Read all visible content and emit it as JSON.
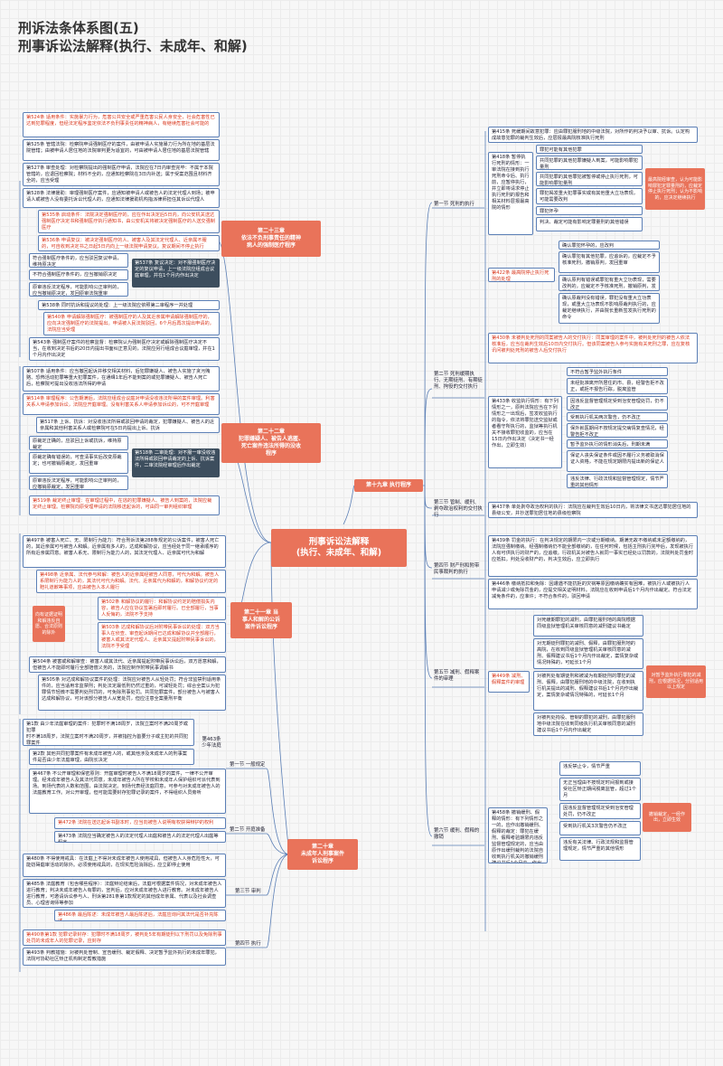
{
  "title_line1": "刑诉法条体系图(五)",
  "title_line2": "刑事诉讼法解释(执行、未成年、和解)",
  "center": "刑事诉讼法解释\n(执行、未成年、和解)",
  "hubs": {
    "h23": "第二十三章\n依法不负刑事责任的精神\n病人的强制医疗程序",
    "h22": "第二十二章\n犯罪嫌疑人、被告人逃匿、\n死亡案件违法所得的没收\n程序",
    "h21": "第二十一章 当\n事人和解的公诉\n案件诉讼程序",
    "h20": "第二十章\n未成年人刑事案件\n诉讼程序",
    "h19": "第十九章 执行程序"
  },
  "left23": [
    {
      "text": "第524条 适用条件：实施暴力行为，危害公共安全或严重危害公民人身安全，社会危害性已达到犯罪程度，但经法定程序鉴定依法不负刑事责任的精神病人，有继续危害社会可能的",
      "red": true
    },
    {
      "text": "第525条 管辖法院：检察院申请强制医疗的案件，由被申请人实施暴力行为所在地的基层法院管辖；由被申请人居住地的法院审判更为适宜的，可由被申请人居住地的基层法院管辖",
      "red": false
    },
    {
      "text": "第527条 审查处理：对检察院提出的强制医疗申请，法院应在7日内审查完毕：不属于本院管辖的，应退回检察院；材料不全的，应通知检察院在3日内补送；属于受案范围且材料齐全的，应当受理",
      "red": false
    },
    {
      "text": "第528条 法律援助：审理强制医疗案件，应通知被申请人或被告人的法定代理人到场；被申请人或被告人没有委托诉讼代理人的，应通知法律援助机构指派律师担任其诉讼代理人",
      "red": false
    },
    {
      "text": "第535条 启动条件：法院决定强制医疗的，应在作出决定后5日内，向公安机关送达强制医疗决定书和强制医疗执行通知书，由公安机关将被决定强制医疗的人送交强制医疗",
      "red": true
    },
    {
      "text": "第536条 申请复议：被决定强制医疗的人、被害人及其法定代理人、近亲属不服的，可自收到决定书之日起5日内向上一级法院申请复议。复议期间不停止执行",
      "red": true
    }
  ],
  "left23_sub": [
    "符合强制医疗条件的，应当驳回复议申请，维持原决定",
    "不符合强制医疗条件的，应当撤销原决定",
    "原审违反法定程序，可能影响公正审判的，应当撤销原决定，发回原审法院重审"
  ],
  "dark537": "第537条 复议决定：对不服强制医疗决定的复议申请，上一级法院应组成合议庭审理，并在1个月内作出决定",
  "left23_bottom": [
    {
      "text": "第538条 同时抗诉和提议的处理：上一级法院应依照第二审程序一并处理",
      "red": false
    },
    {
      "text": "第540条 申请解除强制医疗：被强制医疗的人及其近亲属申请解除强制医疗的，应向决定强制医疗的法院提出。申请被人民法院驳回，6个月后再次提出申请的，法院应当受理",
      "red": true
    },
    {
      "text": "第543条 强制医疗案件的检察监督：检察院认为强制医疗决定或解除强制医疗决定不当，在收到决定书后的20日内提出书面纠正意见的，法院应另行组成合议庭审理，并在1个月内作出决定",
      "red": false
    }
  ],
  "left22": [
    {
      "text": "第507条 适用条件：应当撤回起诉并移交相关材料，后犯罪嫌疑人、被告人实施了贪污贿赂、恐怖活动犯罪等重大犯罪案件，在通缉1年后不能到案的或犯罪嫌疑人、被告人死亡后，检察院可提出没收违法所得的申请",
      "red": false
    },
    {
      "text": "第514条 审理程序：公告期满后，法院应组成合议庭对申请没收违法所得的案件审理。利害关系人申请参加诉讼，法院应开庭审理。没有利害关系人申请参加诉讼的，可不开庭审理",
      "red": true
    },
    {
      "text": "第517条 上诉、抗诉：对没收违法所得或驳回申请的裁定，犯罪嫌疑人、被告人的近亲属和其他利害关系人或检察院可在5日内提出上诉、抗诉",
      "red": false
    }
  ],
  "left22_sub": [
    "原裁定正确的，应驳回上诉或抗诉，维持原裁定",
    "原裁定确有错误的，可查清事实后改变原裁定；也可撤销原裁定，发回重审",
    "原审违反法定程序，可能影响公正审判的，应撤销原裁定，发回重审"
  ],
  "dark518": "第518条 二审处理：对不服一审没收违法所得或驳回申请裁定的上诉、抗诉案件，二审法院经审理后作出裁定",
  "left22_bottom": {
    "text": "第519条 裁定终止审理：在审理过程中，在逃的犯罪嫌疑人、被告人到案的，法院应裁定终止审理。检察院向原受理申请的法院移送起诉的，可由同一审判组织审理",
    "red": true
  },
  "left21": [
    {
      "text": "第497条 被害人死亡、无、限制行为能力：符合刑诉法第288条规定的公诉案件，被害人死亡的，其近亲属可与被告人和解。近亲属有多人的，达成和解协议，应当经处于同一继承顺序的所有近亲属同意。被害人系无、限制行为能力人的，其法定代理人、近亲属可代为和解",
      "red": false
    },
    {
      "text": "第498条 近亲属、法代参与和解：被告人的近亲属经被告人同意，可代为和解。被告人系限制行为能力人的，其法代可代为和解。法代、近亲属代为和解的，和解协议约定的赔礼道歉等事项，应由被告人本人履行",
      "red": true
    }
  ],
  "left21_note": "向有证据证明和解违反自愿、合法原则的除外",
  "left21_mid": [
    {
      "text": "第502条 和解协议的履行：和解协议约定的赔偿损失内容，被告人应在协议签署后即时履行。已全部履行，当事人反悔的，法院不予支持",
      "red": true
    },
    {
      "text": "第503条 达成和解协议后对附带民事诉讼的处理：双方当事人在侦查、审查起诉期间已达成和解协议并全部履行，被害人或其法定代理人、近亲属又提起附带民事诉讼的，法院不予受理",
      "red": true
    }
  ],
  "left21_bottom": [
    {
      "text": "第504条 被害或和解审查：被害人或其法代、近亲属提起附带民事诉讼后，双方愿意和解，但被告人不能即时履行全部赔偿义务的，法院应制作附带民事调解书",
      "red": false
    },
    {
      "text": "第505条 对达成和解协议案件的处理：法院应对被告人从轻处罚；符合非监禁刑适用条件的，应当适用非监禁刑；判处法定最低刑仍然过重的，可减轻处罚；综合全案认为犯罪情节轻微不需要判处刑罚的，可免除刑事处罚。共同犯罪案件，部分被告人与被害人达成和解协议，可对该部分被告人从宽处罚，但应注意全案量刑平衡",
      "red": false
    }
  ],
  "left20": [
    {
      "text": "第1款 由少年法庭审理的案件：犯罪时不满18周岁，法院立案时不满20周岁或犯罪\n时不满18周岁，法院立案时不满20周岁，并被指控为首要分子或主犯的共同犯罪案件",
      "red": false
    },
    {
      "text": "第2款 其他共同犯罪案件有未成年被告人的，或其他涉及未成年人的刑事案件是否由少年法庭审理，由院长决定",
      "red": false
    }
  ],
  "s463": "第463条\n少年法庭",
  "left20_s1": {
    "text": "第467条 不公开审理和保密原则：开庭审理时被告人不满18周岁的案件，一律不公开审理。经未成年被告人及其法代同意，未成年被告人所在学校和未成年人保护组织可派代表到场。到场代表的人数和范围，由法院决定。到场代表经法庭同意，可参与对未成年被告人的法庭教育工作。对公开审理，但可能需要封存犯罪记录的案件，不得组织人员旁听",
    "red": false
  },
  "left20_s2": [
    {
      "text": "第472条 法院在送达起诉书副本时，应当向被告人说明有权获得辩护的权利",
      "red": true
    },
    {
      "text": "第473条 法院应当确定被告人的法定代理人出庭和被告人的法定代理人出庭等程序",
      "red": false
    }
  ],
  "left20_s3": [
    {
      "text": "第480条 不得使用戒具：在法庭上不得对未成年被告人使用戒具，但被告人人身危险性大，可能妨碍庭审活动的除外。必须使用戒具的，在现实危险消除后，应立即停止使用",
      "red": false
    },
    {
      "text": "第485条 法庭教育（包含哪些程序）：法庭辩论结束后，法庭可根据案件情况，对未成年被告人进行教育；判决未成年被告人有罪的，宣判后，应对未成年被告人进行教育。对未成年被告人进行教育，可邀请诉讼参与人、刑诉第281条第1款规定的其他成年亲属、代表以及社会调查员、心理咨询师等参加",
      "red": false
    },
    {
      "text": "第486条 最后陈述：未成年被告人最后陈述后，法庭应询问其法代是否补充陈述",
      "red": true
    }
  ],
  "left20_s4": [
    {
      "text": "第490条第1款 犯罪记录封存：犯罪时不满18周岁，被判处5年有期徒刑以下刑罚以及免除刑事处罚的未成年人的犯罪记录，应封存",
      "red": true
    },
    {
      "text": "第493条 判教措施：对被判处管制、宣告缓刑、裁定假释、决定暂予监外执行的未成年罪犯，法院可协助社区矫正机构制定帮教措施",
      "red": false
    }
  ],
  "sec20": [
    "第一节 一般规定",
    "第二节 开庭准备",
    "第三节 审判",
    "第四节 执行"
  ],
  "sec19": [
    "第一节 死刑的执行",
    "第二节 死刑缓期执行、无期徒刑、有期徒刑、拘役的交付执行",
    "第三节 管制、缓刑、剥夺政治权利的交付执行",
    "第四节 财产刑和附带民事裁判的执行",
    "第五节 减刑、假释案件的审理",
    "第六节 缓刑、假释的撤销"
  ],
  "right1": {
    "r415": "第415条 死缓期间故意犯罪：应由罪犯服刑地的中级法院，对所作的判决予以审、抗诉。认定构成故意犯罪的裁判生效后，应层报最高院核准执行死刑",
    "r418": "第418条 暂停执行死刑的情形：一审法院在接到执行死刑命令后、执行前，应暂停执行，并立即将请求停止执行死刑的报告和相关材料层报最高院的情形",
    "r418_sub": [
      "罪犯可能有其他犯罪",
      "共同犯罪的其他犯罪嫌疑人到案，可能影响罪犯量刑",
      "共同犯罪的其他罪犯被暂停或停止执行死刑，可能影响罪犯量刑",
      "罪犯揭发重大犯罪事实或有其他重大立功表现，可能需要改判",
      "罪犯怀孕",
      "判决、裁定可能有影响定罪量刑的其他错误"
    ],
    "r418_note": "最高院经审查，认为可能影响罪犯定罪量刑的，应裁定停止执行死刑；认为不影响的，应决定继续执行",
    "r422": "第422条 最高院停止执行死刑的处理",
    "r422_sub": [
      "确认罪犯怀孕的，应改判",
      "确认罪犯有其他犯罪，应追诉的，应裁定不予核准死刑，撤销原判，发回重审",
      "确认原判有错误或罪犯有重大立功表现，需要改判的，应裁定不予核准死刑，撤销原判，发回重审",
      "确认原裁判没有错误，罪犯没有重大立功表现，或重大立功表现不影响原裁判执行的，应裁定继续执行，并由院长重新签发执行死刑的命令"
    ]
  },
  "right2": {
    "r430": "第430条 未被判处死刑的同案被告人的交付执行：同案审理的案件中，被判处死刑的被告人依法核准后，应当在裁判生效后10日内交付执行。但该同案被告人参与实施有关死刑之罪，应在复核讯问被判处死刑的被告人后交付执行",
    "r433": "第433条 收监执行情形：有下列情形之一，原判法院应当在下列情形之一出现后，签发收监执行的指令，依法将罪犯送交监狱或者看守所执行的，监狱等执行机关不接收罪犯收监的，应当在15日内作出决定（决定书一经作出，立即生效）",
    "r433_sub": [
      "不符合暂予监外执行条件",
      "未经批准离开所居住的市、县，经警告拒不改正，或拒不报告行踪，脱离监管",
      "因违反监督管理规定受到治安管理处罚，仍不改正",
      "受到执行机关两次警告，仍不改正",
      "保外就医期间不按规定提交病情复查情况，经警告拒不改正",
      "暂予监外执行的情形消失后，刑期未满",
      "保证人丧失保证条件或因不履行义务被取消保证人资格，不能在规定期限内提出新的保证人",
      "违反法律、行政法规和监督管理规定，情节严重的其他情形"
    ]
  },
  "r437": "第437条 单处剥夺政治权利的执行：法院应在裁判生效后10日内，将法律文书送达罪犯居住地的县级公安，并抄送罪犯居住地的县级检察院",
  "right4": {
    "r439": "第439条 罚金的执行：在判决规定的期限内一次或分期缴纳。期满无故不缴纳或未足额缴纳的，法院应强制缴纳。经强制缴纳仍不能全部缴纳的，在任何时候，包括主刑执行完毕后，发现被执行人有可供执行的财产的，应追缴。行政机关对被告人就同一事实已经处以罚款的，法院判处罚金时应抵扣。判处没收财产的，判决生效后，应立即执行",
    "r446": "第446条 缴纳抵扣和免除：因遭遇不能抗拒的灾祸等原因缴纳确实有困难，被执行人或被执行人申请减少或免除罚金的，应提交相关证明材料。法院应在收到申请后1个月内作出裁定。符合法定减免条件的，应准许；不符合条件的，驳回申请"
  },
  "right5": {
    "r449": "第449条 减刑、假释案件的审理",
    "sub": [
      "对死缓期罪犯的减刑，由罪犯服刑地的高院根据同级监狱管理机关审核同意的减刑建议书裁定",
      "对无期徒刑罪犯的减刑、假释，由罪犯服刑地的高院，在收到同级监狱管理机关审核同意的减刑、假释建议书后1个月内作出裁定，案情复杂或情况特殊的，可延长1个月",
      "对被判处有期徒刑和被减为有期徒刑的罪犯的减刑、假释，由罪犯服刑地的中级法院，在收到执行机关提出的减刑、假释建议书后1个月内作出裁定，案情复杂或情况特殊的，可延长1个月",
      "对被判处拘役、管制的罪犯的减刑，由罪犯服刑地中级法院在收到同级执行机关审核同意的减刑建议书后1个月内作出裁定"
    ],
    "note": "对暂予监外执行罪犯的减刑，应根据情况，分别适用以上规定"
  },
  "right6": {
    "r458": "第458条 撤销缓刑、假释的情形：有下列情形之一的，应作出撤销缓刑、假释的裁定：罪犯在缓刑、假释考验期限内违反监督管理规定的，应当由原作出缓刑裁判的法院自收到执行机关的撤销缓刑建议书后1个月内，作出撤销裁定",
    "sub": [
      "违反禁止令，情节严重",
      "无正当理由不按规定时间报到或接受社区矫正期间脱离监管，超过1个月",
      "因违反监督管理规定受到治安管理处罚，仍不改正",
      "受到执行机关3次警告仍不改正",
      "违反有关法律、行政法规和监督管理规定，情节严重的其他情形"
    ],
    "note": "撤销裁定，一经作出，立即生效"
  }
}
